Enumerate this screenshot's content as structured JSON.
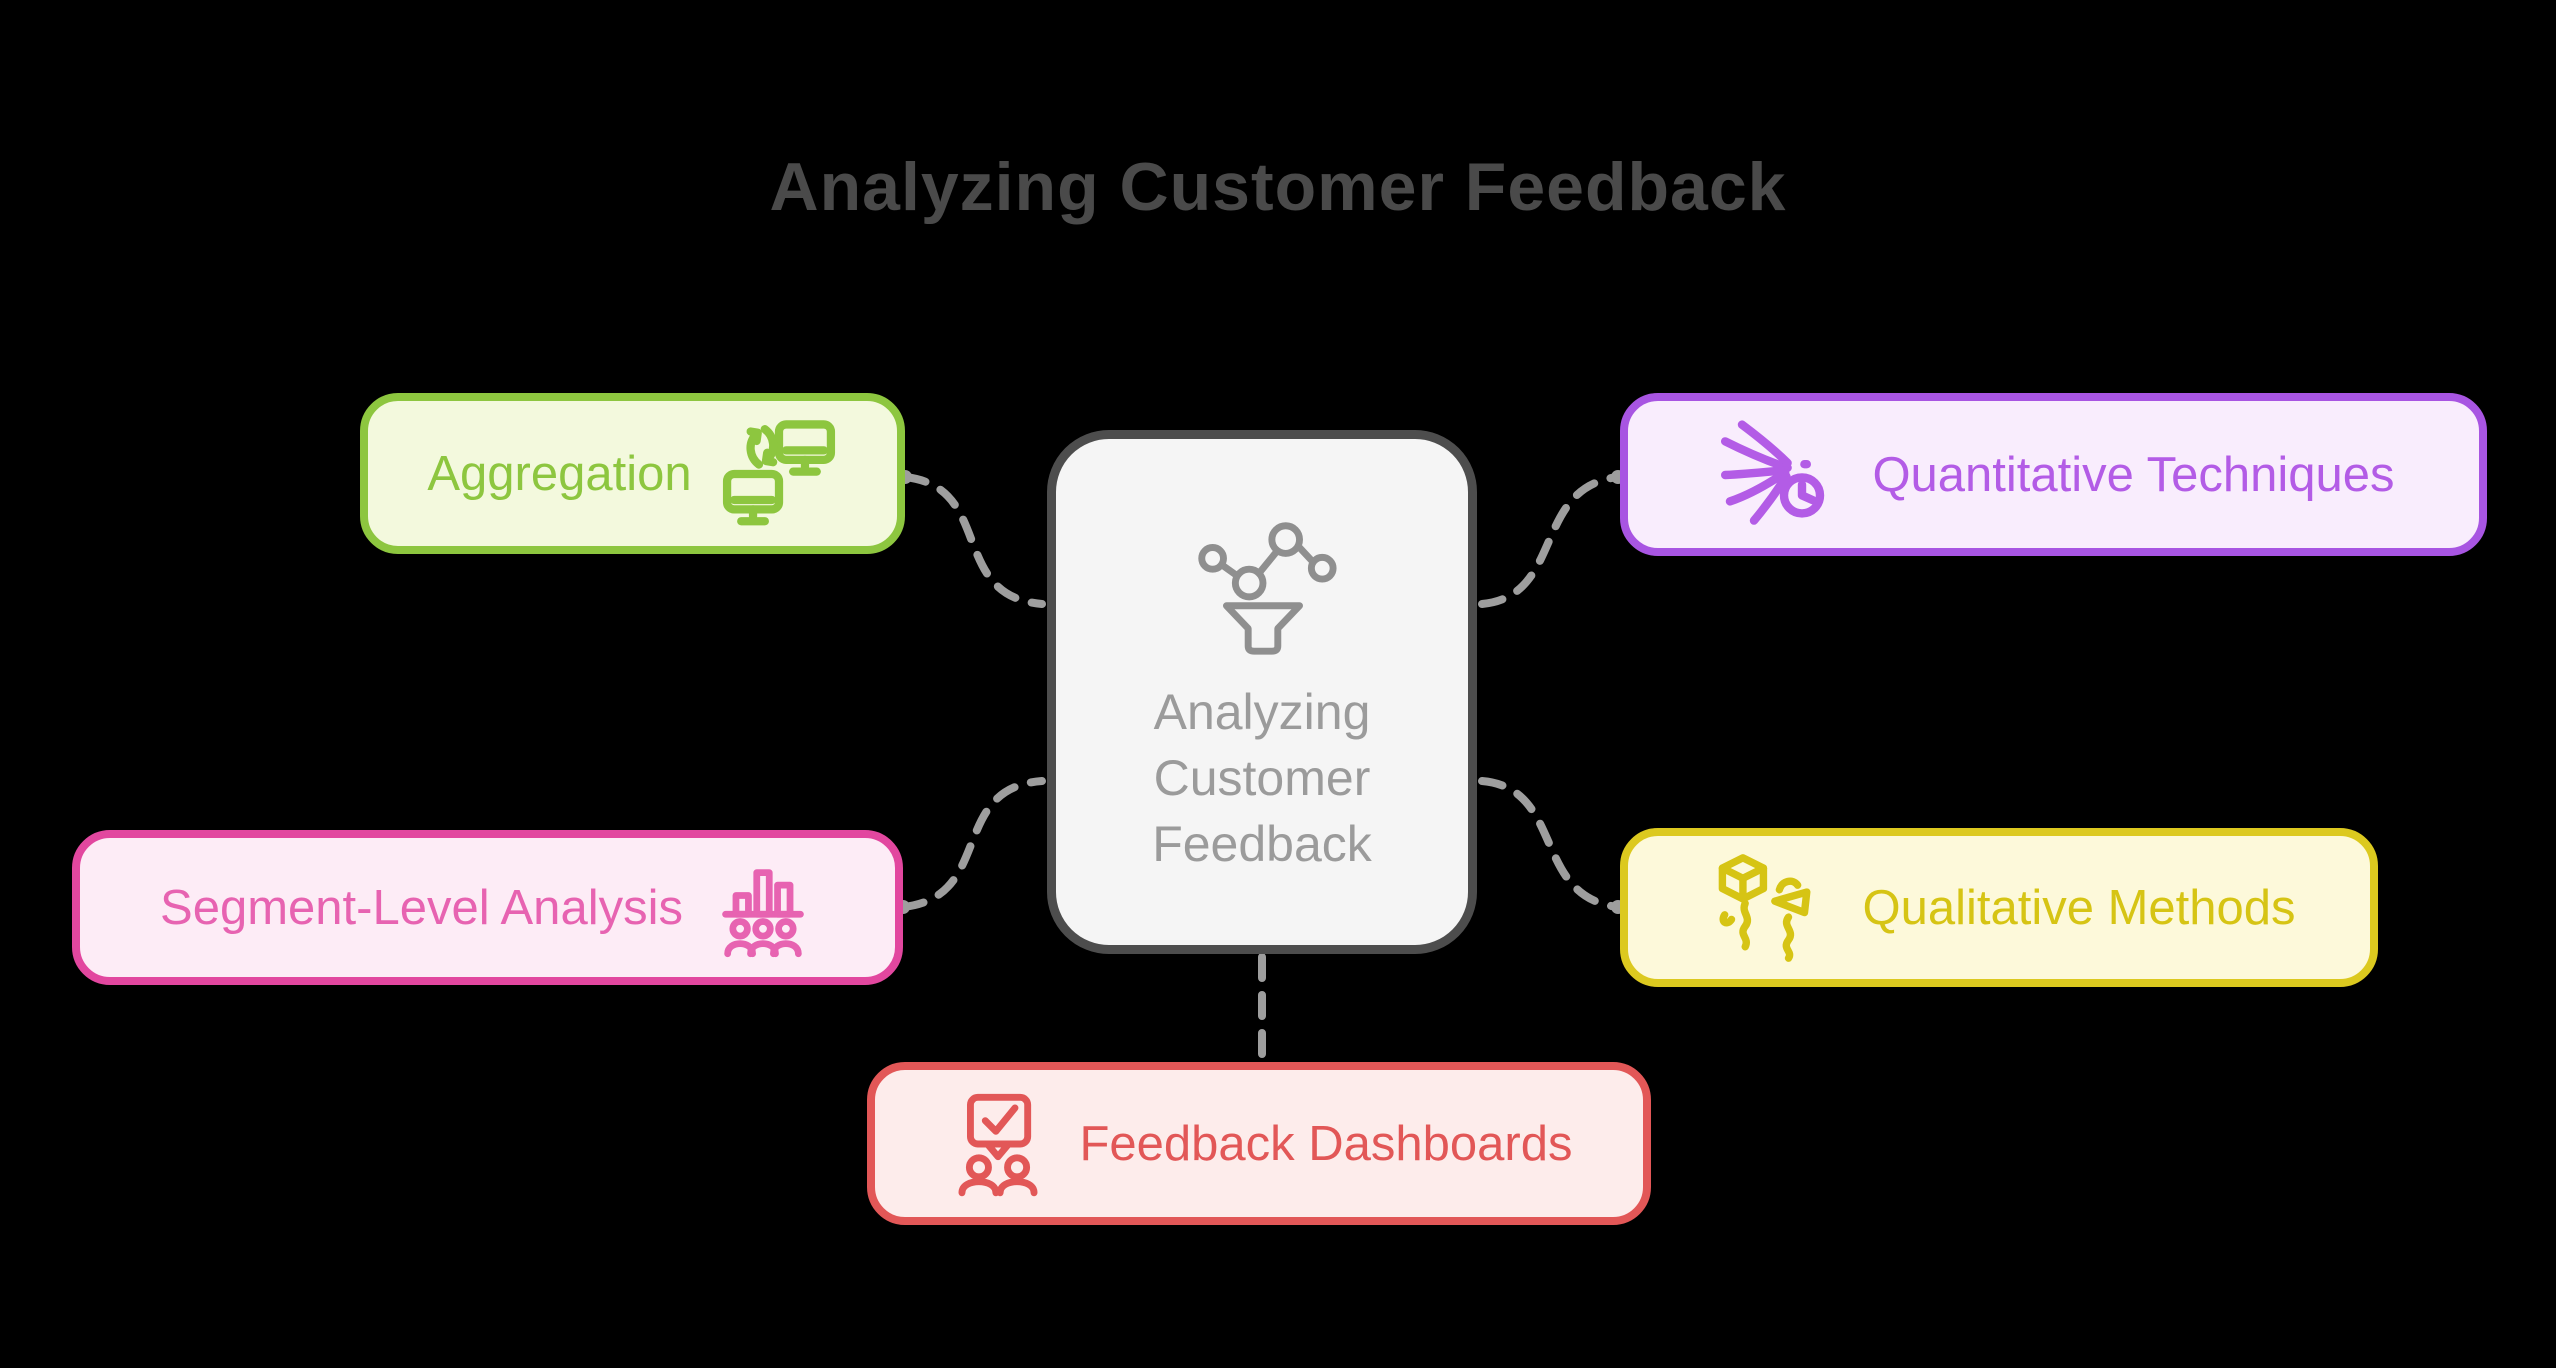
{
  "title": "Analyzing Customer Feedback",
  "title_color": "#4a4a4a",
  "background": "#000000",
  "connector": {
    "color": "#9e9e9e",
    "style": "dashed"
  },
  "center": {
    "lines": [
      "Analyzing",
      "Customer",
      "Feedback"
    ],
    "icon": "funnel-scatter-icon",
    "colors": {
      "background": "#f5f5f5",
      "border": "#4d4d4d",
      "text": "#9b9b9b",
      "icon": "#8f8f8f"
    }
  },
  "nodes": [
    {
      "id": "aggregation",
      "label": "Aggregation",
      "icon": "device-sync-icon",
      "colors": {
        "background": "#f3f9dd",
        "border": "#8dc63f",
        "text": "#8dc63f"
      }
    },
    {
      "id": "quantitative-techniques",
      "label": "Quantitative Techniques",
      "icon": "streams-time-icon",
      "colors": {
        "background": "#f9edfd",
        "border": "#a855e2",
        "text": "#b35ce6"
      }
    },
    {
      "id": "segment-level-analysis",
      "label": "Segment-Level Analysis",
      "icon": "demographics-chart-icon",
      "colors": {
        "background": "#fdecf6",
        "border": "#e2479f",
        "text": "#e763b1"
      }
    },
    {
      "id": "qualitative-methods",
      "label": "Qualitative Methods",
      "icon": "cube-kite-icon",
      "colors": {
        "background": "#fdf9da",
        "border": "#dcc91f",
        "text": "#d6c414"
      }
    },
    {
      "id": "feedback-dashboards",
      "label": "Feedback Dashboards",
      "icon": "survey-people-icon",
      "colors": {
        "background": "#fdeceb",
        "border": "#e25757",
        "text": "#e25757"
      }
    }
  ]
}
